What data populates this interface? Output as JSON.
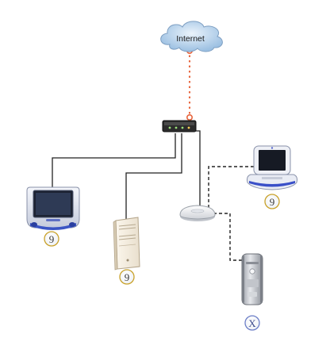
{
  "diagram": {
    "cloud": {
      "label": "Internet"
    },
    "os_badges": {
      "imac": "9",
      "tower": "9",
      "ibook": "9",
      "powermac": "X"
    },
    "colors": {
      "wired_link": "#222222",
      "wireless_link": "#222222",
      "internet_link": "#e8643c",
      "cloud_fill": "#bcd6ee",
      "badge_ring": "#c9a22a"
    },
    "icons": {
      "cloud": "internet-cloud-icon",
      "router": "router-icon",
      "imac": "imac-g3-icon",
      "tower": "beige-tower-icon",
      "ibook": "ibook-clamshell-icon",
      "base_station": "airport-base-station-icon",
      "powermac": "powermac-g4-icon"
    }
  }
}
